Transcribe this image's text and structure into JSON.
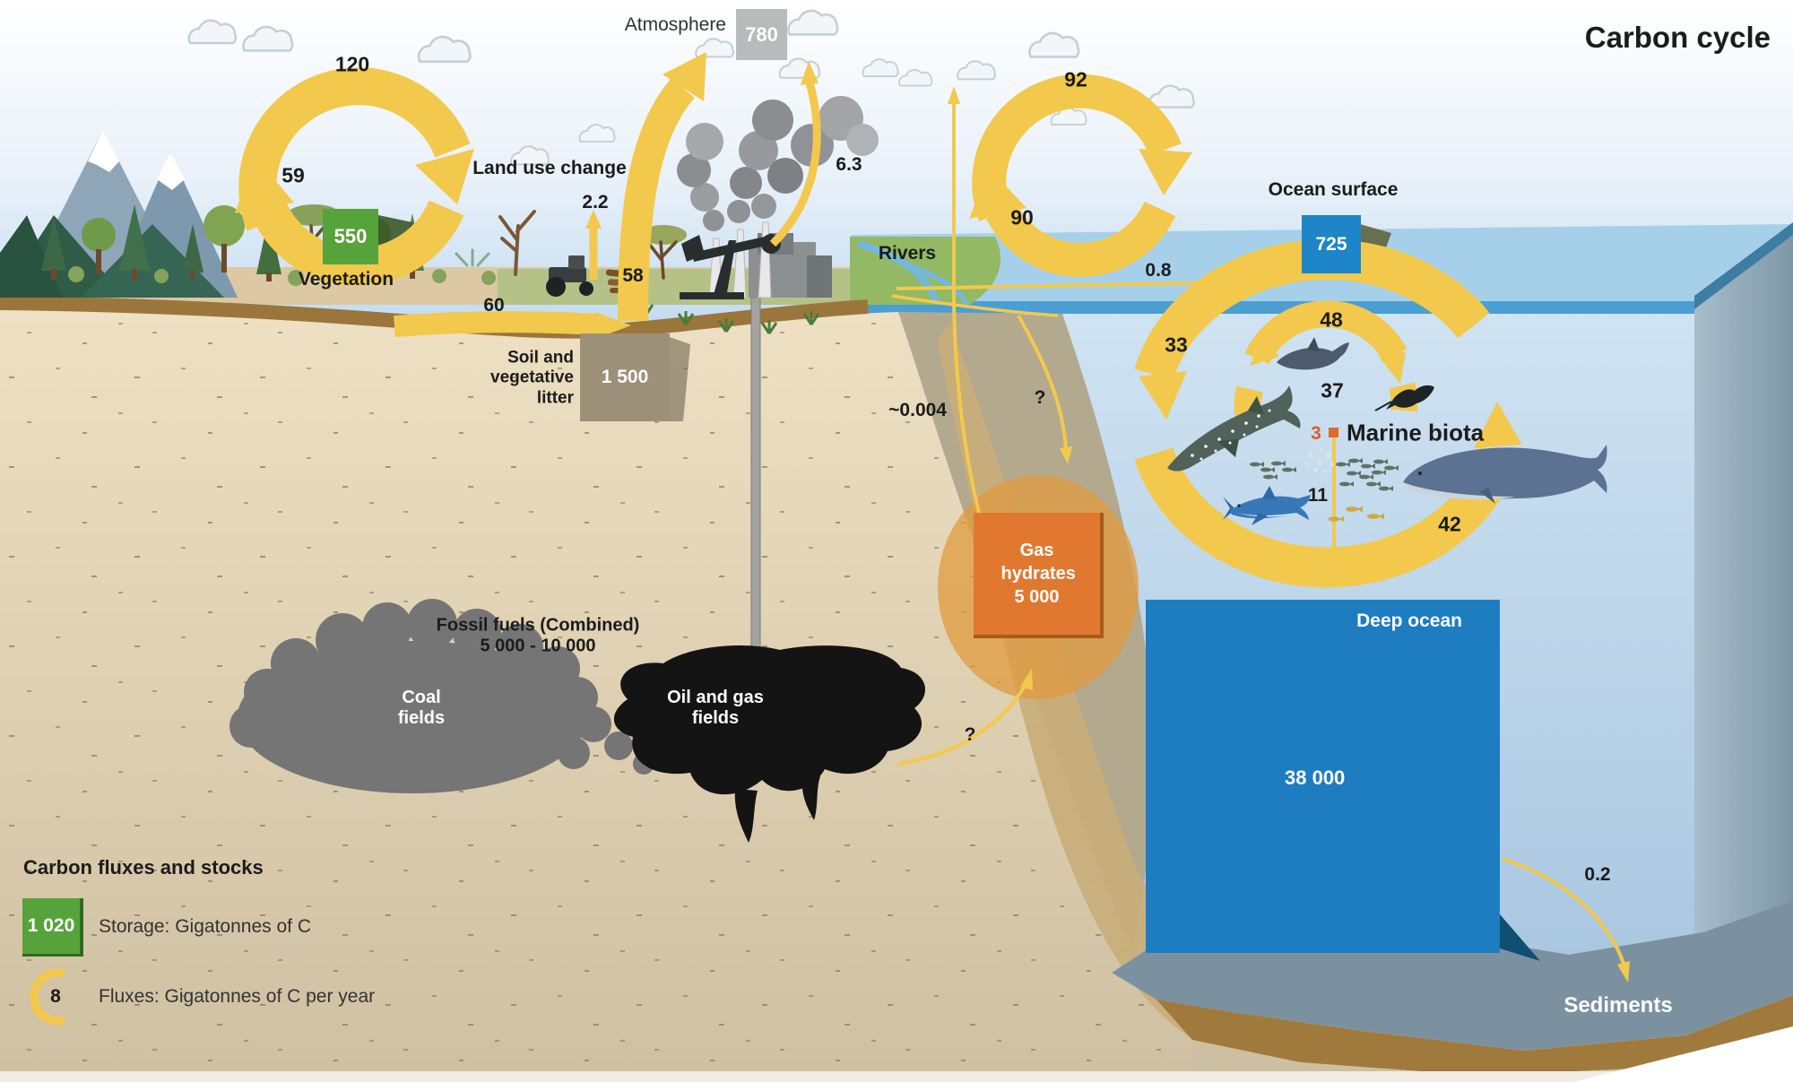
{
  "title": "Carbon cycle",
  "legend": {
    "heading": "Carbon fluxes and stocks",
    "storage_value": "1 020",
    "storage_label": "Storage: Gigatonnes of C",
    "flux_value": "8",
    "flux_label": "Fluxes: Gigatonnes of C per year"
  },
  "labels": {
    "atmosphere": "Atmosphere",
    "vegetation": "Vegetation",
    "land_use_change": "Land use change",
    "rivers": "Rivers",
    "ocean_surface": "Ocean surface",
    "marine_biota": "Marine biota",
    "soil": "Soil and vegetative litter",
    "gas_hydrates": "Gas hydrates",
    "fossil_fuels": "Fossil fuels (Combined)",
    "coal_fields": "Coal fields",
    "oil_gas_fields": "Oil and gas fields",
    "deep_ocean": "Deep ocean",
    "sediments": "Sediments"
  },
  "stocks": {
    "atmosphere": "780",
    "vegetation": "550",
    "soil": "1 500",
    "ocean_surface": "725",
    "marine_biota": "3",
    "gas_hydrates": "5 000",
    "fossil_fuels_range": "5 000 - 10 000",
    "deep_ocean": "38 000"
  },
  "fluxes": {
    "photosynthesis": "120",
    "plant_respiration": "59",
    "land_use_change": "2.2",
    "litterfall": "60",
    "soil_respiration": "58",
    "fossil_fuel_emissions": "6.3",
    "river_transport": "0.8",
    "ocean_uptake": "92",
    "ocean_release": "90",
    "surface_exchange_down": "48",
    "downwelling": "33",
    "surface_exchange_up": "37",
    "biota_detritus": "11",
    "upwelling": "42",
    "hydrate_seep": "~0.004",
    "unknown_upper": "?",
    "unknown_lower": "?",
    "sedimentation": "0.2"
  },
  "colors": {
    "flux_arrow": "#f2c94c",
    "storage_green": "#57a33b",
    "storage_blue": "#1e7dc0",
    "storage_gray": "#b9babc",
    "storage_soil": "#9d9079",
    "storage_orange": "#e0792f",
    "biota_accent": "#e05a2b"
  }
}
